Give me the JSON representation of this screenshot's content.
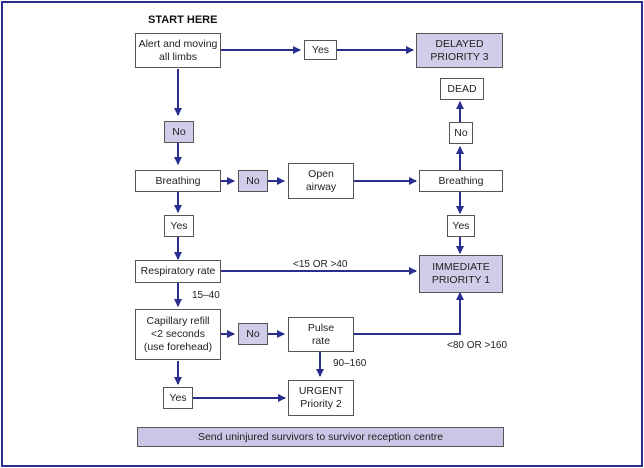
{
  "start_label": "START HERE",
  "nodes": {
    "alert": "Alert and moving\nall limbs",
    "yes_top": "Yes",
    "delayed": "DELAYED\nPRIORITY 3",
    "dead": "DEAD",
    "no_right": "No",
    "no_left": "No",
    "breathing_left": "Breathing",
    "no_mid": "No",
    "open_airway": "Open\nairway",
    "breathing_right": "Breathing",
    "yes_left": "Yes",
    "yes_right": "Yes",
    "resp_rate": "Respiratory rate",
    "immediate": "IMMEDIATE\nPRIORITY 1",
    "cap_refill": "Capillary refill\n<2 seconds\n(use forehead)",
    "no_cap": "No",
    "pulse_rate": "Pulse\nrate",
    "yes_bottom": "Yes",
    "urgent": "URGENT\nPriority 2",
    "footer": "Send uninjured survivors to survivor reception centre"
  },
  "edge_labels": {
    "resp_high": "<15 OR >40",
    "resp_normal": "15–40",
    "pulse_abnormal": "<80 OR >160",
    "pulse_normal": "90–160"
  }
}
